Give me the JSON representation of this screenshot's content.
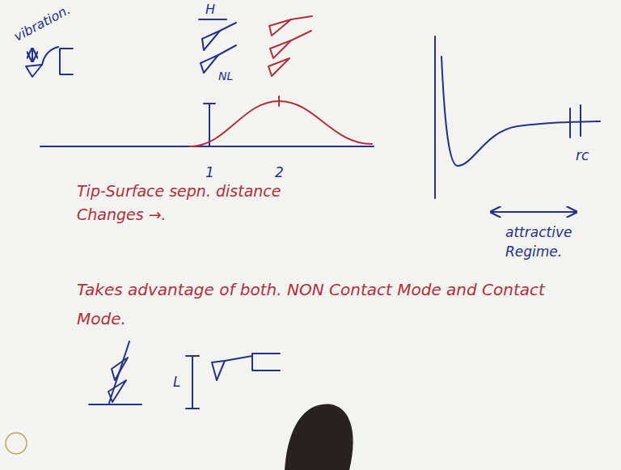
{
  "diagram": {
    "labels": [
      "vibration.",
      "H",
      "NL",
      "1",
      "2",
      "Tip-Surface sepn. distance Changes →.",
      "rc",
      "attractive Regime.",
      "Takes advantage of both. NON Contact Mode and Contact Mode.",
      "L"
    ]
  }
}
